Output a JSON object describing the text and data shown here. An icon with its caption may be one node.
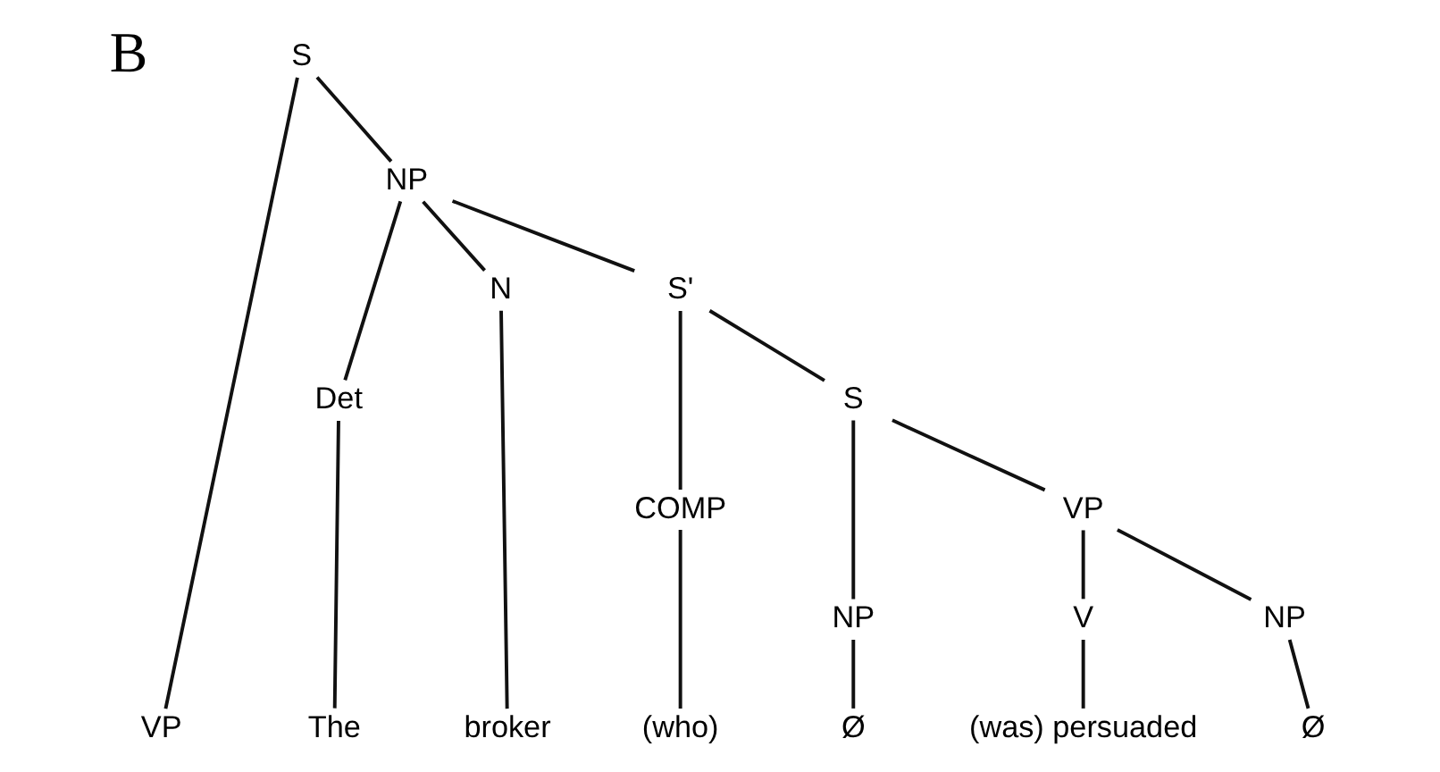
{
  "diagram": {
    "nodes": [
      {
        "text": [
          "S"
        ]
      },
      {
        "text": [
          "NP"
        ]
      },
      {
        "text": [
          "VP"
        ]
      },
      {
        "text": [
          "Det"
        ]
      },
      {
        "text": [
          "N"
        ]
      },
      {
        "text": [
          "S'"
        ]
      },
      {
        "text": [
          "COMP"
        ]
      },
      {
        "text": [
          "S"
        ]
      },
      {
        "text": [
          "NP"
        ]
      },
      {
        "text": [
          "VP"
        ]
      },
      {
        "text": [
          "V"
        ]
      },
      {
        "text": [
          "NP"
        ]
      },
      {
        "text": [
          "The"
        ]
      },
      {
        "text": [
          "broker"
        ]
      },
      {
        "text": [
          "(who)"
        ]
      },
      {
        "text": [
          "Ø"
        ]
      },
      {
        "text": [
          "(was) persuaded"
        ]
      },
      {
        "text": [
          "Ø"
        ]
      }
    ],
    "edges": [
      {
        "from": 0,
        "to": 1,
        "arrow": "none"
      },
      {
        "from": 0,
        "to": 2,
        "arrow": "none"
      },
      {
        "from": 1,
        "to": 3,
        "arrow": "none"
      },
      {
        "from": 1,
        "to": 4,
        "arrow": "none"
      },
      {
        "from": 1,
        "to": 5,
        "arrow": "none"
      },
      {
        "from": 5,
        "to": 6,
        "arrow": "none"
      },
      {
        "from": 5,
        "to": 7,
        "arrow": "none"
      },
      {
        "from": 7,
        "to": 8,
        "arrow": "none"
      },
      {
        "from": 7,
        "to": 9,
        "arrow": "none"
      },
      {
        "from": 9,
        "to": 10,
        "arrow": "none"
      },
      {
        "from": 9,
        "to": 11,
        "arrow": "none"
      },
      {
        "from": 3,
        "to": 12,
        "arrow": "none"
      },
      {
        "from": 4,
        "to": 13,
        "arrow": "none"
      },
      {
        "from": 6,
        "to": 14,
        "arrow": "none"
      },
      {
        "from": 8,
        "to": 15,
        "arrow": "none"
      },
      {
        "from": 10,
        "to": 16,
        "arrow": "none"
      },
      {
        "from": 11,
        "to": 17,
        "arrow": "none"
      }
    ],
    "labels": [
      "B"
    ]
  }
}
